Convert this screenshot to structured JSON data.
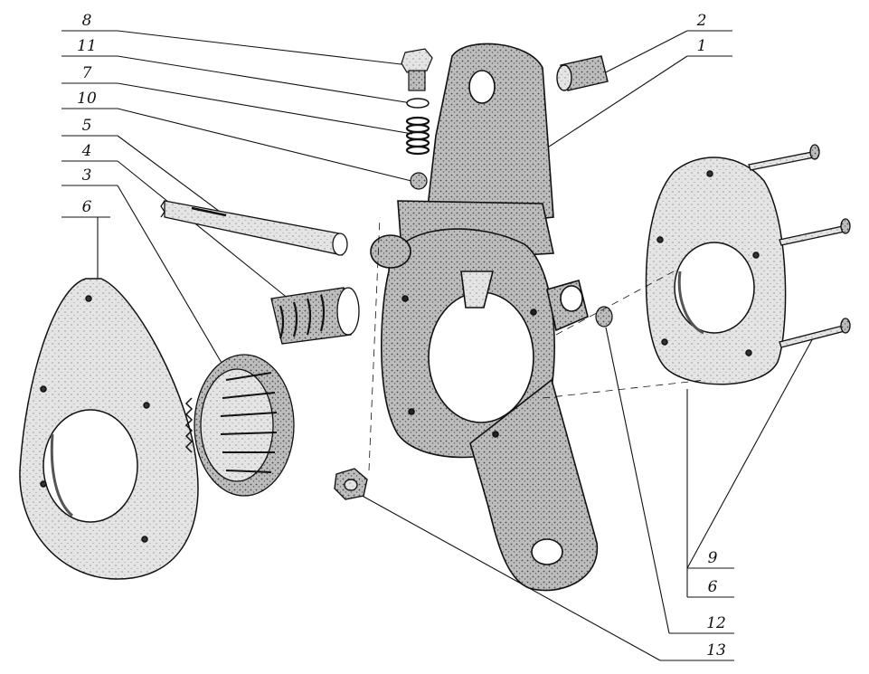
{
  "diagram": {
    "colors": {
      "ink": "#111111",
      "paper": "#ffffff",
      "shade": "#cfcfcf",
      "dark_shade": "#8a8a8a"
    },
    "callouts": {
      "left": [
        {
          "id": "8",
          "label": "8",
          "part": "bolt"
        },
        {
          "id": "11",
          "label": "11",
          "part": "washer"
        },
        {
          "id": "7",
          "label": "7",
          "part": "spring"
        },
        {
          "id": "10",
          "label": "10",
          "part": "ball"
        },
        {
          "id": "5",
          "label": "5",
          "part": "worm-shaft"
        },
        {
          "id": "4",
          "label": "4",
          "part": "worm"
        },
        {
          "id": "3",
          "label": "3",
          "part": "worm-gear"
        },
        {
          "id": "6a",
          "label": "6",
          "part": "left-cover-plate"
        }
      ],
      "top_right": [
        {
          "id": "2",
          "label": "2",
          "part": "bushing"
        },
        {
          "id": "1",
          "label": "1",
          "part": "lever-body"
        }
      ],
      "bottom_right": [
        {
          "id": "9",
          "label": "9",
          "part": "rivets"
        },
        {
          "id": "6b",
          "label": "6",
          "part": "right-cover-plate"
        },
        {
          "id": "12",
          "label": "12",
          "part": "plug"
        },
        {
          "id": "13",
          "label": "13",
          "part": "nut"
        }
      ]
    }
  }
}
